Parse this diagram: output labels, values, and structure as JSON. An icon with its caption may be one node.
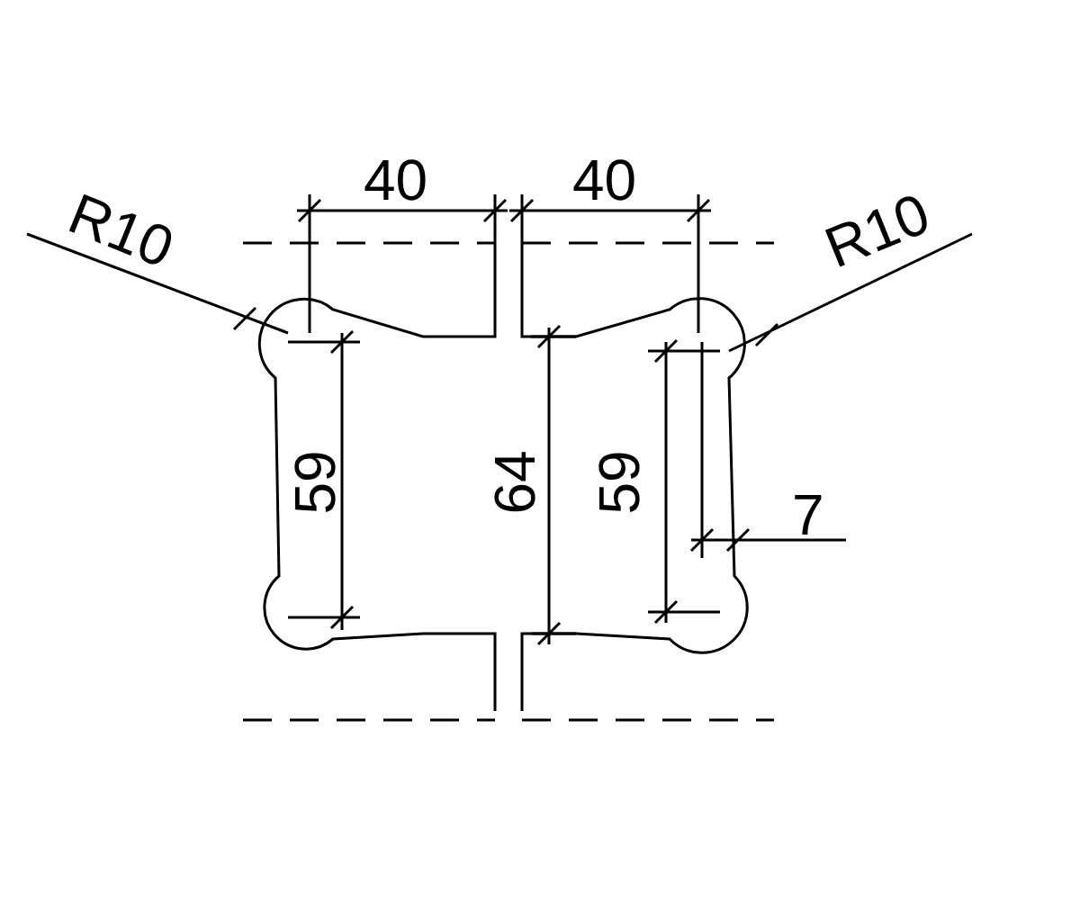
{
  "diagram": {
    "labels": [
      "40",
      "40",
      "R10",
      "R10",
      "59",
      "64",
      "59",
      "7"
    ]
  }
}
